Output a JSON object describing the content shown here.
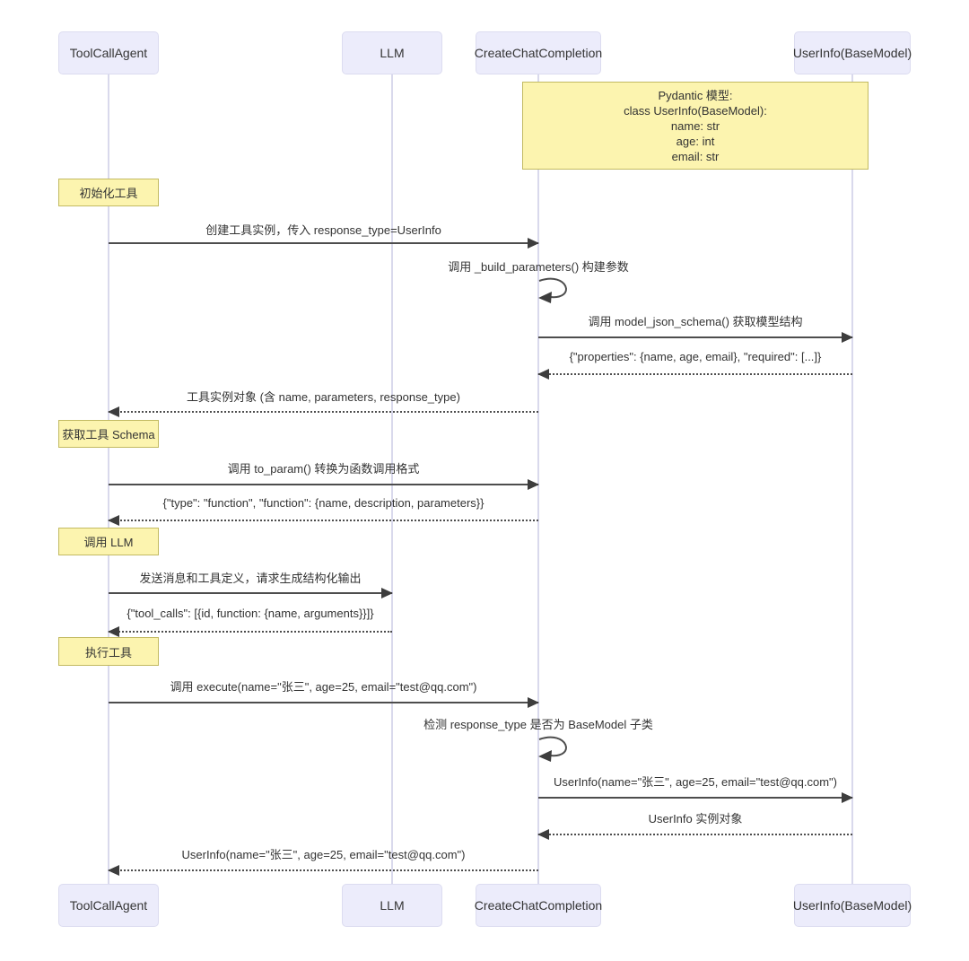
{
  "diagram": {
    "type": "sequence-diagram",
    "colors": {
      "participant_fill": "#ECECFB",
      "participant_border": "#DCDCF0",
      "note_fill": "#FCF4AF",
      "note_border": "#C2BA62",
      "lifeline": "#D9D9EC",
      "arrow_line": "#4D4D4D",
      "text": "#333333"
    },
    "participants": [
      {
        "label": "ToolCallAgent"
      },
      {
        "label": "LLM"
      },
      {
        "label": "CreateChatCompletion"
      },
      {
        "label": "UserInfo(BaseModel)"
      }
    ],
    "note": {
      "lines": [
        "Pydantic 模型:",
        "class UserInfo(BaseModel):",
        "name: str",
        "age: int",
        "email: str"
      ]
    },
    "sections": [
      {
        "label": "初始化工具"
      },
      {
        "label": "获取工具 Schema"
      },
      {
        "label": "调用 LLM"
      },
      {
        "label": "执行工具"
      }
    ],
    "messages": [
      {
        "text": "创建工具实例，传入 response_type=UserInfo",
        "from": "ToolCallAgent",
        "to": "CreateChatCompletion",
        "style": "solid"
      },
      {
        "text": "调用 _build_parameters() 构建参数",
        "from": "CreateChatCompletion",
        "to": "CreateChatCompletion",
        "style": "self"
      },
      {
        "text": "调用 model_json_schema() 获取模型结构",
        "from": "CreateChatCompletion",
        "to": "UserInfo(BaseModel)",
        "style": "solid"
      },
      {
        "text": "{\"properties\": {name, age, email}, \"required\": [...]}",
        "from": "UserInfo(BaseModel)",
        "to": "CreateChatCompletion",
        "style": "dotted"
      },
      {
        "text": "工具实例对象 (含 name, parameters, response_type)",
        "from": "CreateChatCompletion",
        "to": "ToolCallAgent",
        "style": "dotted"
      },
      {
        "text": "调用 to_param() 转换为函数调用格式",
        "from": "ToolCallAgent",
        "to": "CreateChatCompletion",
        "style": "solid"
      },
      {
        "text": "{\"type\": \"function\", \"function\": {name, description, parameters}}",
        "from": "CreateChatCompletion",
        "to": "ToolCallAgent",
        "style": "dotted"
      },
      {
        "text": "发送消息和工具定义，请求生成结构化输出",
        "from": "ToolCallAgent",
        "to": "LLM",
        "style": "solid"
      },
      {
        "text": "{\"tool_calls\": [{id, function: {name, arguments}}]}",
        "from": "LLM",
        "to": "ToolCallAgent",
        "style": "dotted"
      },
      {
        "text": "调用 execute(name=\"张三\", age=25, email=\"test@qq.com\")",
        "from": "ToolCallAgent",
        "to": "CreateChatCompletion",
        "style": "solid"
      },
      {
        "text": "检测 response_type 是否为 BaseModel 子类",
        "from": "CreateChatCompletion",
        "to": "CreateChatCompletion",
        "style": "self"
      },
      {
        "text": "UserInfo(name=\"张三\", age=25, email=\"test@qq.com\")",
        "from": "CreateChatCompletion",
        "to": "UserInfo(BaseModel)",
        "style": "solid"
      },
      {
        "text": "UserInfo 实例对象",
        "from": "UserInfo(BaseModel)",
        "to": "CreateChatCompletion",
        "style": "dotted"
      },
      {
        "text": "UserInfo(name=\"张三\", age=25, email=\"test@qq.com\")",
        "from": "CreateChatCompletion",
        "to": "ToolCallAgent",
        "style": "dotted"
      }
    ]
  }
}
